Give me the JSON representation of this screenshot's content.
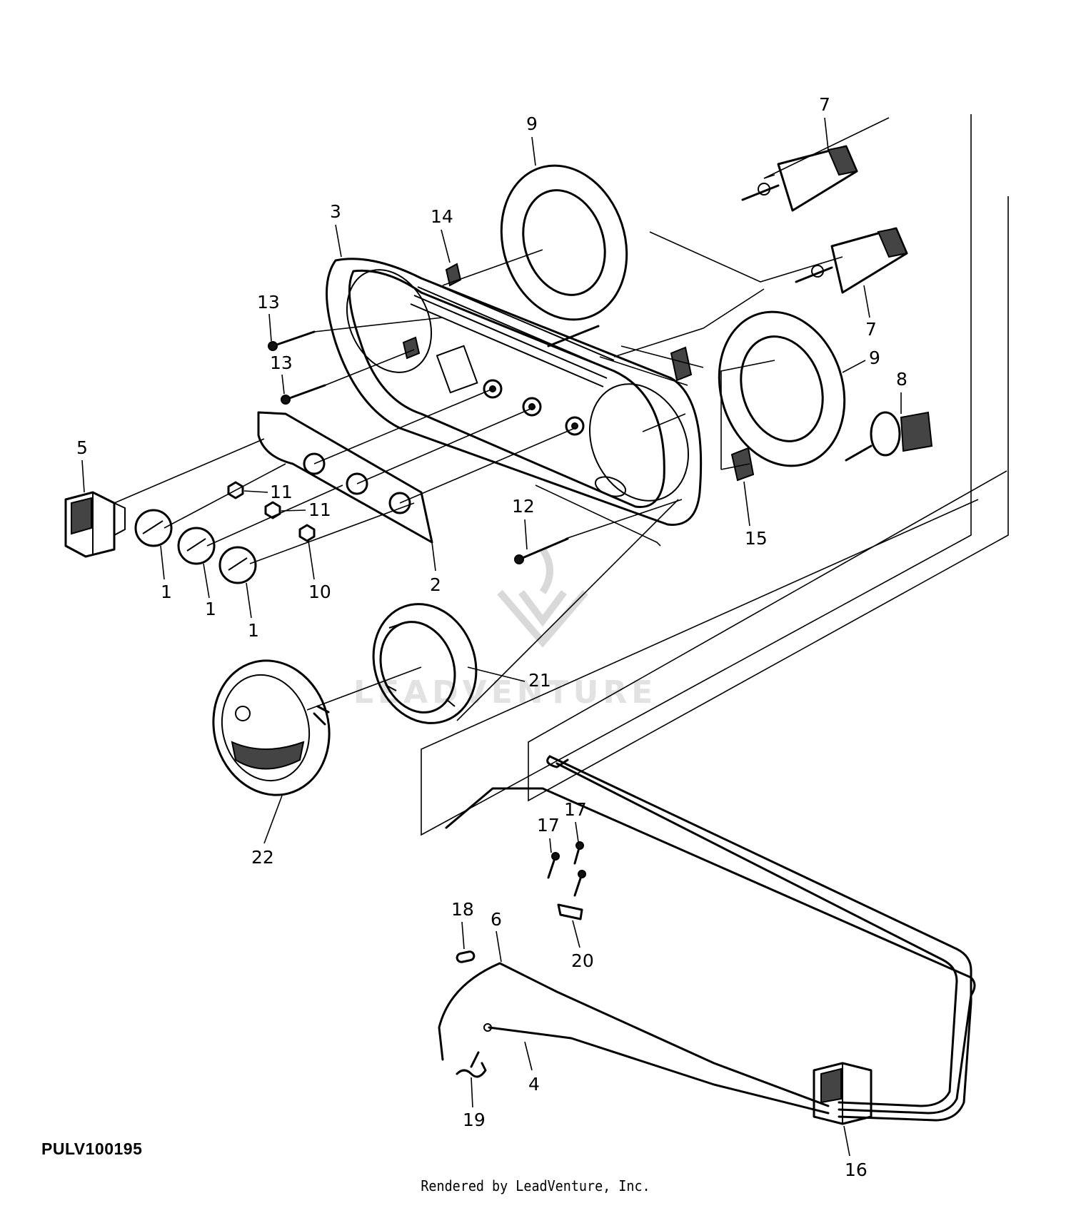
{
  "figure_id": "PULV100195",
  "credit": "Rendered by LeadVenture, Inc.",
  "watermark": "LEADVENTURE",
  "callouts": [
    {
      "part": "knob",
      "label": "1"
    },
    {
      "part": "knob",
      "label": "1"
    },
    {
      "part": "knob",
      "label": "1"
    },
    {
      "part": "panel-plate",
      "label": "2"
    },
    {
      "part": "dash-bezel",
      "label": "3"
    },
    {
      "part": "cable",
      "label": "4"
    },
    {
      "part": "rocker-switch",
      "label": "5"
    },
    {
      "part": "cable",
      "label": "6"
    },
    {
      "part": "lamp-socket",
      "label": "7"
    },
    {
      "part": "lamp-socket",
      "label": "7"
    },
    {
      "part": "sensor",
      "label": "8"
    },
    {
      "part": "gauge-ring",
      "label": "9"
    },
    {
      "part": "gauge-ring",
      "label": "9"
    },
    {
      "part": "nut",
      "label": "10"
    },
    {
      "part": "nut",
      "label": "11"
    },
    {
      "part": "nut",
      "label": "11"
    },
    {
      "part": "screw",
      "label": "12"
    },
    {
      "part": "screw",
      "label": "13"
    },
    {
      "part": "screw",
      "label": "13"
    },
    {
      "part": "clip",
      "label": "14"
    },
    {
      "part": "clip",
      "label": "15"
    },
    {
      "part": "connector",
      "label": "16"
    },
    {
      "part": "screw",
      "label": "17"
    },
    {
      "part": "screw",
      "label": "17"
    },
    {
      "part": "pin",
      "label": "18"
    },
    {
      "part": "spring-clip",
      "label": "19"
    },
    {
      "part": "cable-clamp",
      "label": "20"
    },
    {
      "part": "gauge-housing",
      "label": "21"
    },
    {
      "part": "gauge-lens",
      "label": "22"
    }
  ]
}
